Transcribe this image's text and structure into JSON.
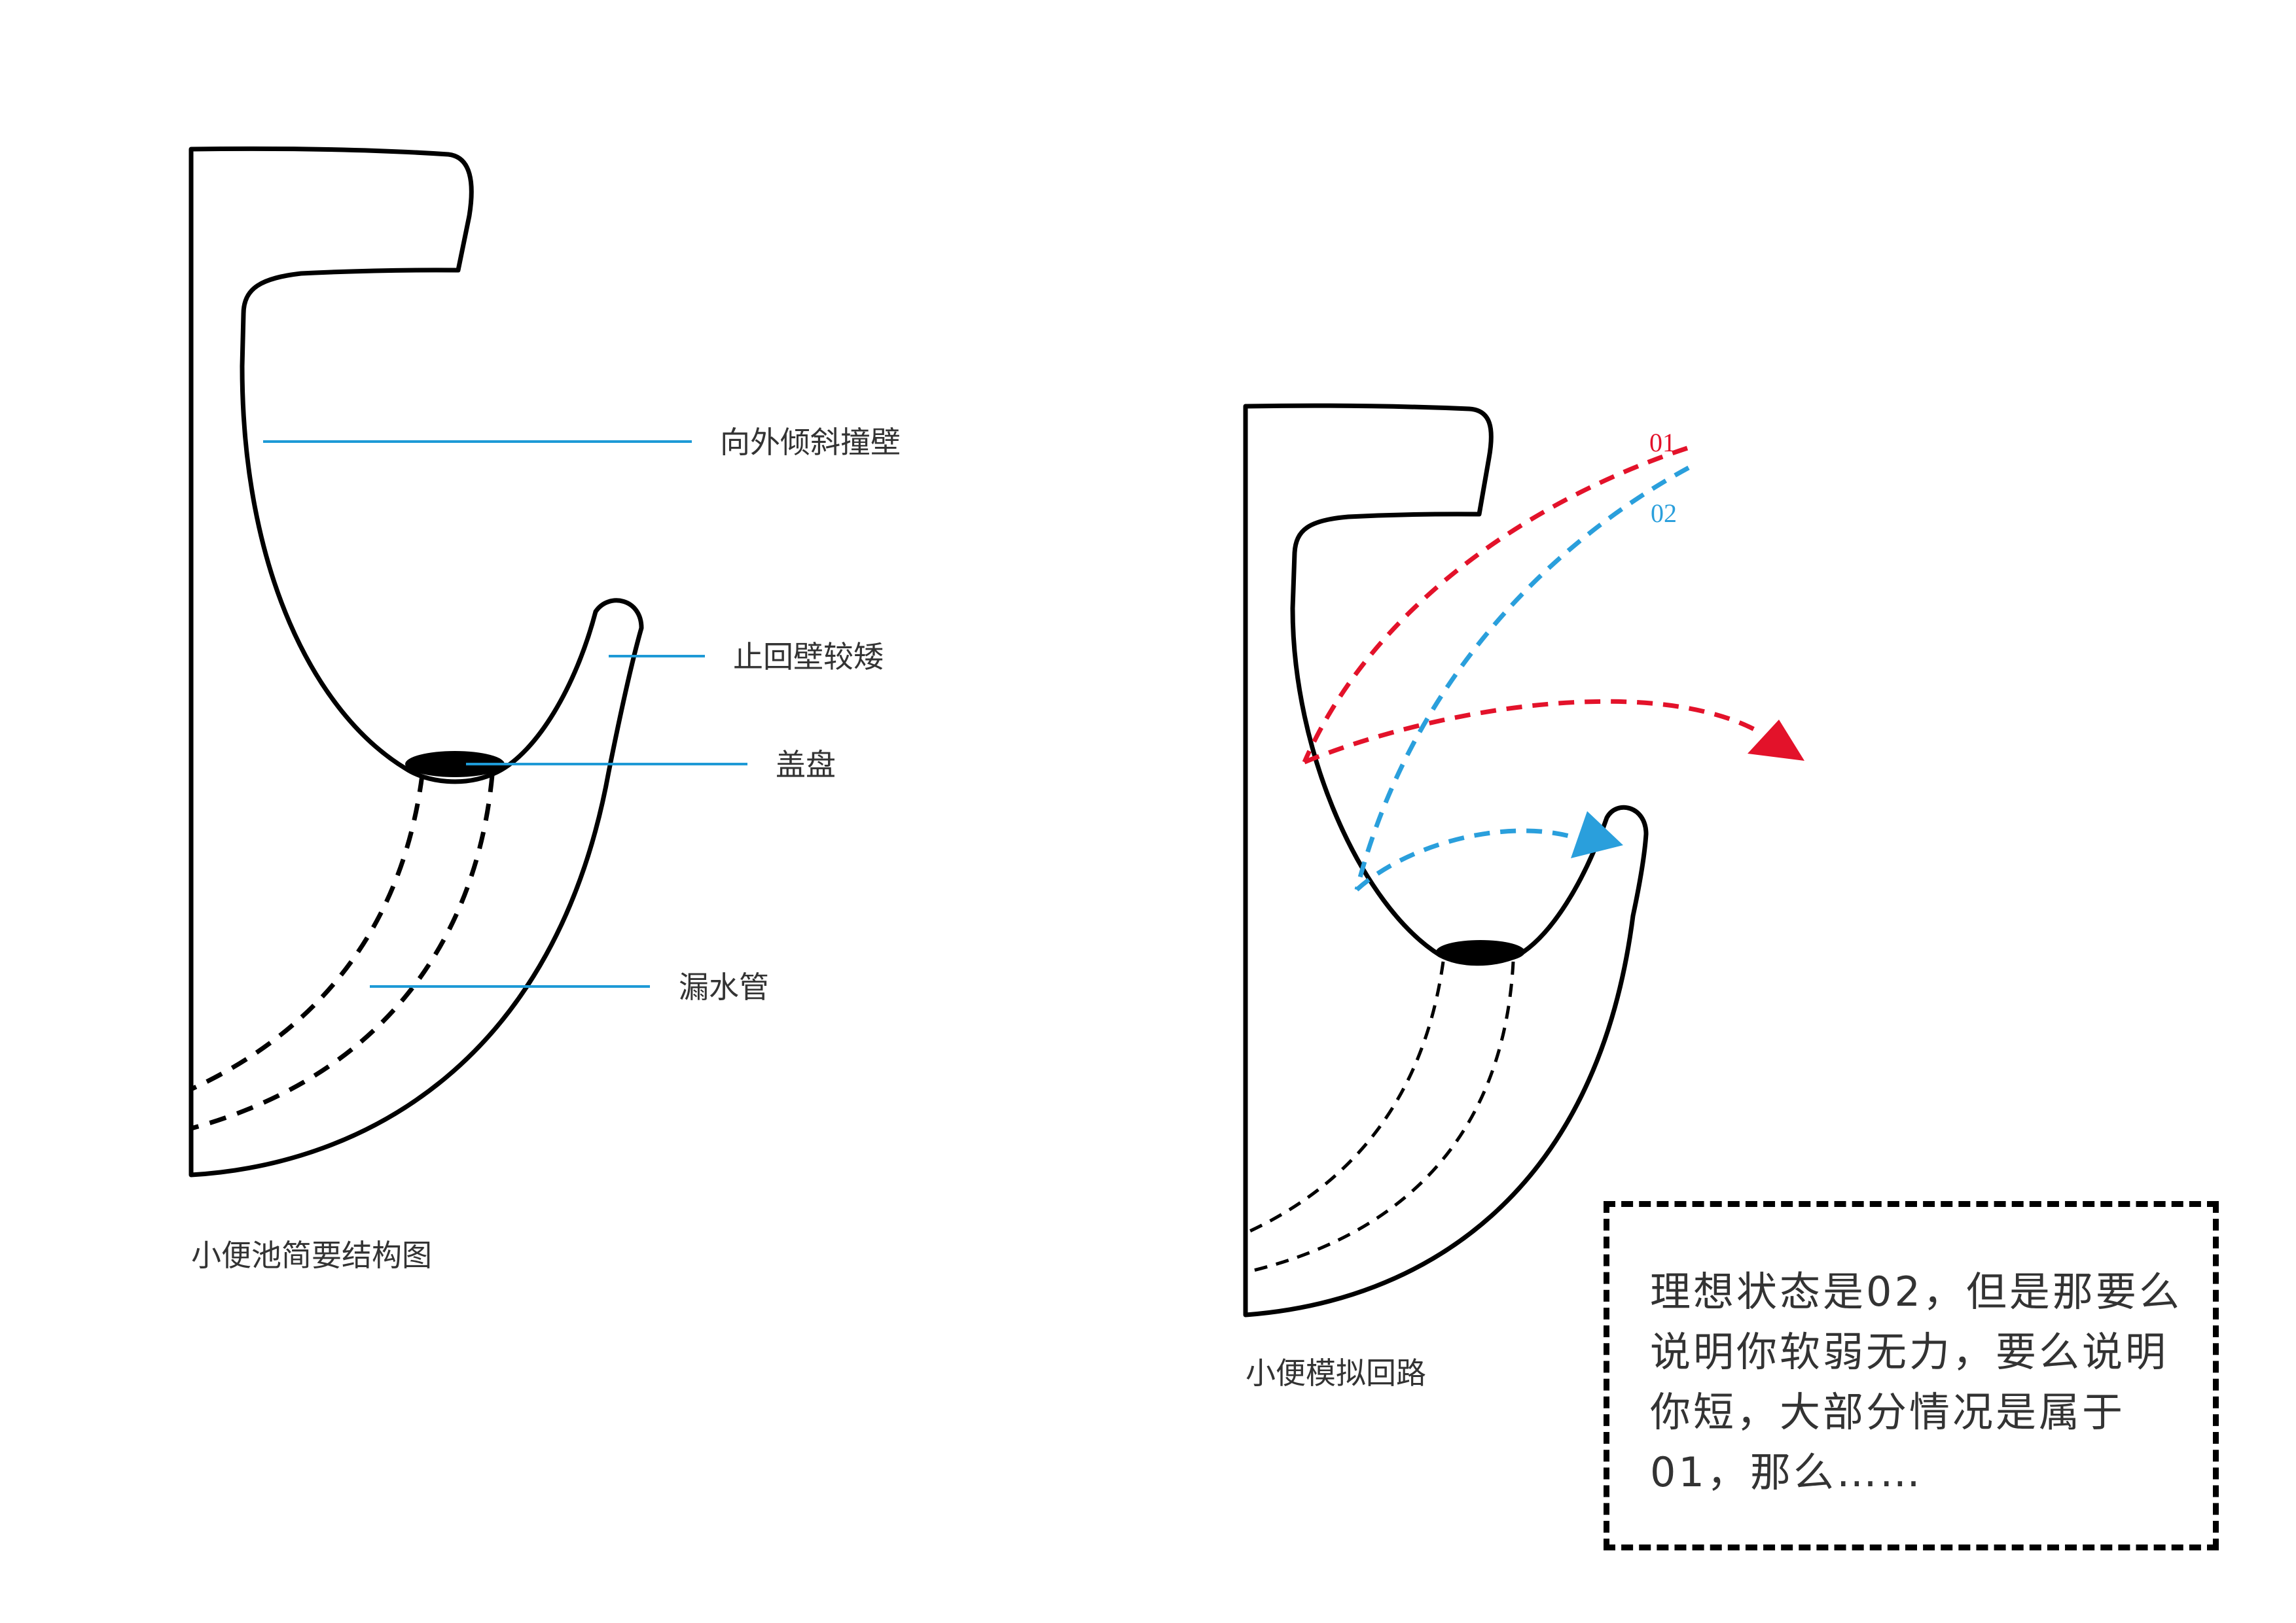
{
  "left_diagram": {
    "caption": "小便池简要结构图",
    "labels": {
      "outward_wall": "向外倾斜撞壁",
      "low_back_wall": "止回壁较矮",
      "cover_plate": "盖盘",
      "drain_pipe": "漏水管"
    }
  },
  "right_diagram": {
    "caption": "小便模拟回路",
    "trajectory_tags": {
      "red": "01",
      "blue": "02"
    }
  },
  "note": {
    "text": "理想状态是02，但是那要么说明你软弱无力，要么说明你短，大部分情况是属于01，那么……"
  },
  "colors": {
    "leader": "#1e9ad6",
    "trajectory_01": "#e3122a",
    "trajectory_02": "#2a9fdc",
    "text": "#333333"
  }
}
